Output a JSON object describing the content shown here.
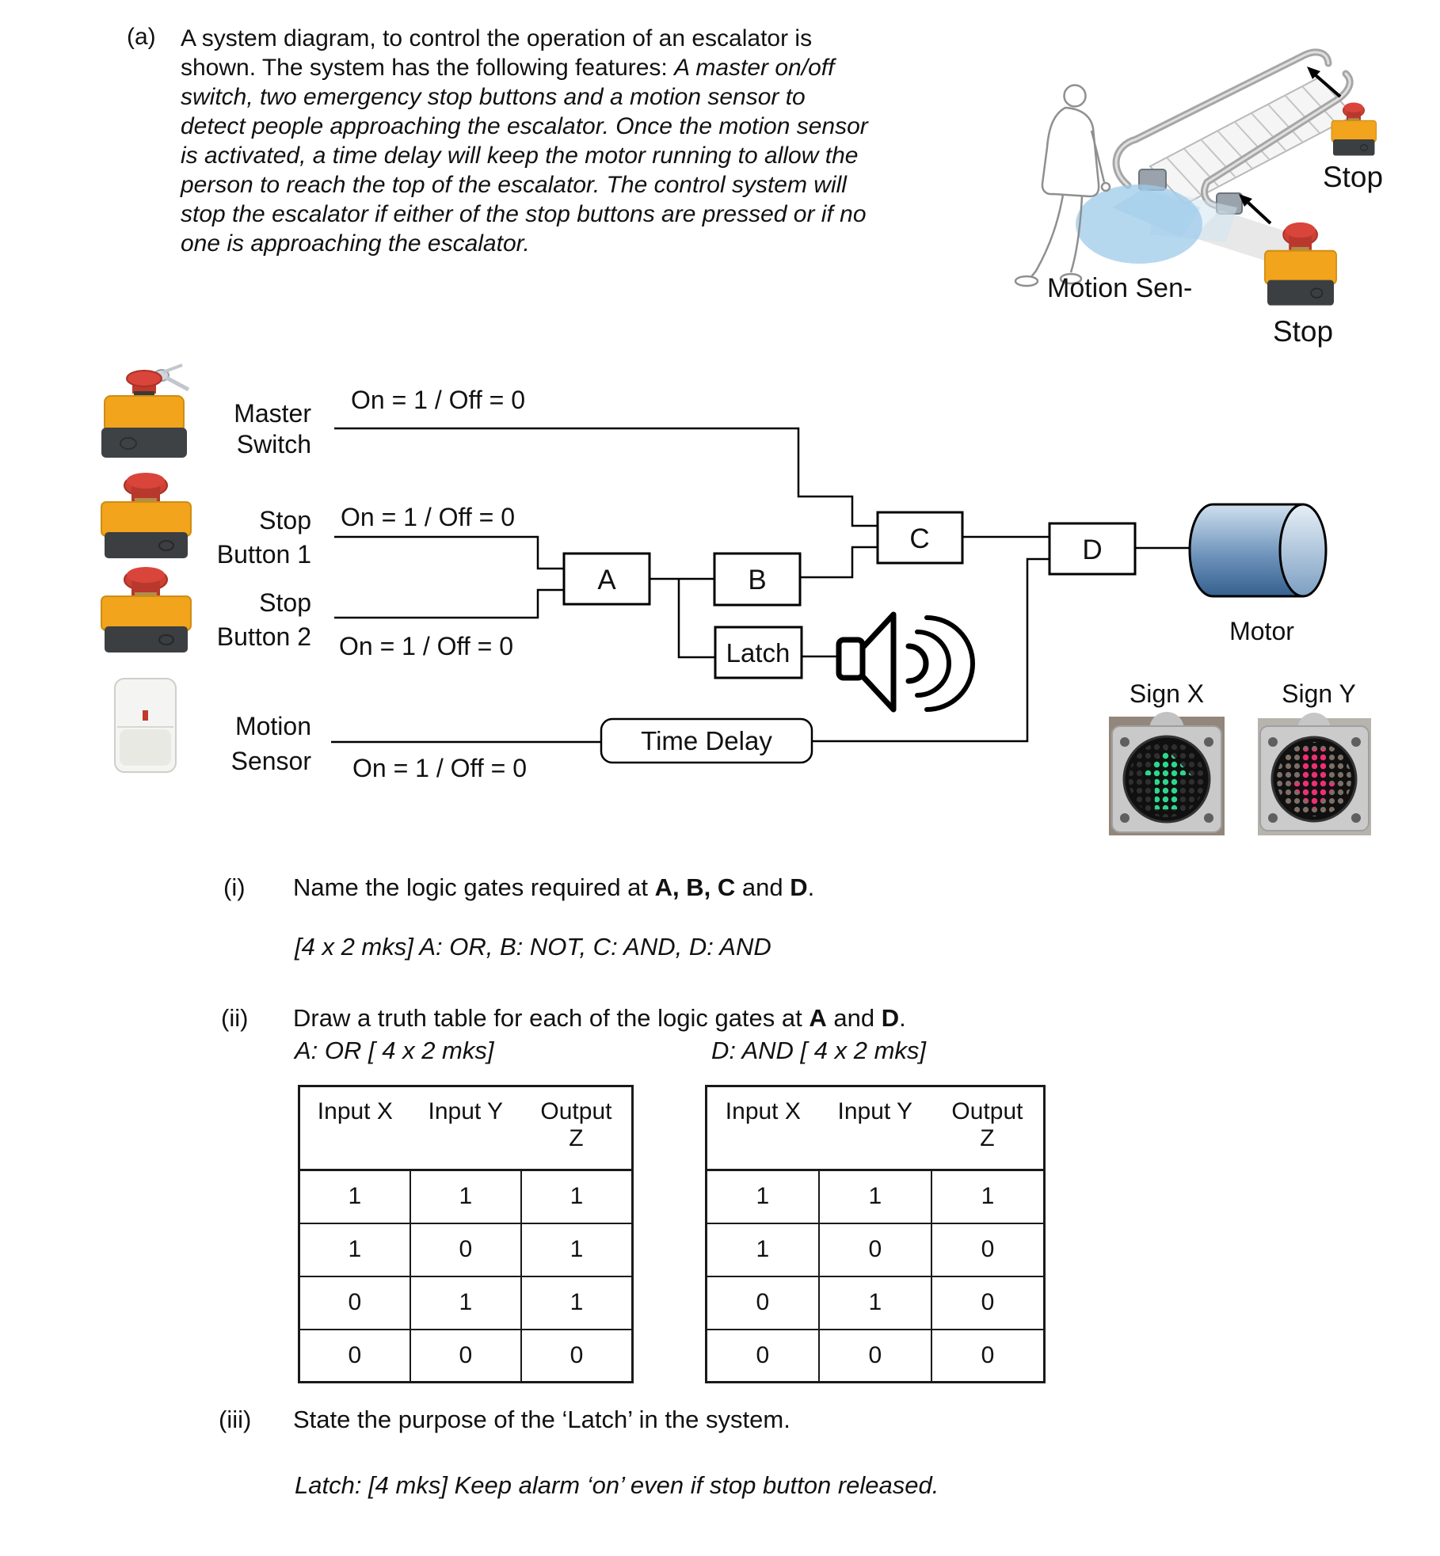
{
  "intro": {
    "tag": "(a)",
    "lines": [
      {
        "n": "A system diagram, to control the operation of an escalator is"
      },
      {
        "n": "shown. The system has the following features: ",
        "i": "A master on/off"
      },
      {
        "i": "switch, two emergency stop buttons and a motion sensor to"
      },
      {
        "i": "detect people approaching the escalator. Once the motion sensor"
      },
      {
        "i": "is activated, a time delay will keep the motor running to allow the"
      },
      {
        "i": "person to reach the top of the escalator. The control system will"
      },
      {
        "i": "stop the escalator if either of the stop buttons are pressed or if no"
      },
      {
        "i": "one  is  approaching the escalator."
      }
    ]
  },
  "illustration": {
    "stop_top": "Stop",
    "stop_bottom": "Stop",
    "motion_caption": "Motion Sen-"
  },
  "diagram": {
    "master": {
      "line1": "Master",
      "line2": "Switch",
      "signal": "On = 1 / Off = 0"
    },
    "stop1": {
      "line1": "Stop",
      "line2": "Button 1",
      "signal": "On = 1 / Off = 0"
    },
    "stop2": {
      "line1": "Stop",
      "line2": "Button 2",
      "signal": "On = 1 / Off = 0"
    },
    "motion": {
      "line1": "Motion",
      "line2": "Sensor",
      "signal": "On = 1 / Off = 0"
    },
    "gates": {
      "a": "A",
      "b": "B",
      "c": "C",
      "d": "D"
    },
    "latch": "Latch",
    "time_delay": "Time Delay",
    "motor": "Motor",
    "sign_x": "Sign X",
    "sign_y": "Sign Y"
  },
  "questions": {
    "q1": {
      "num": "(i)",
      "pre": "Name the logic gates required at ",
      "b1": "A, B, C",
      "mid": " and ",
      "b2": "D",
      "end": ".",
      "answer": "[4 x 2 mks]  A: OR, B: NOT, C: AND, D: AND"
    },
    "q2": {
      "num": "(ii)",
      "pre": "Draw a truth table for each of the logic gates at ",
      "b1": "A",
      "mid": " and ",
      "b2": "D",
      "end": ".",
      "label_a": "A: OR [ 4 x 2 mks]",
      "label_d": "D: AND [ 4 x 2 mks]"
    },
    "q3": {
      "num": "(iii)",
      "text": "State the purpose of the ‘Latch’ in the system.",
      "answer": "Latch: [4 mks]  Keep alarm ‘on’ even if stop button released."
    }
  },
  "tables": {
    "headers": [
      "Input X",
      "Input Y",
      "Output",
      "Z"
    ],
    "a": {
      "rows": [
        [
          "1",
          "1",
          "1"
        ],
        [
          "1",
          "0",
          "1"
        ],
        [
          "0",
          "1",
          "1"
        ],
        [
          "0",
          "0",
          "0"
        ]
      ]
    },
    "d": {
      "rows": [
        [
          "1",
          "1",
          "1"
        ],
        [
          "1",
          "0",
          "0"
        ],
        [
          "0",
          "1",
          "0"
        ],
        [
          "0",
          "0",
          "0"
        ]
      ]
    }
  },
  "colors": {
    "led_green": "#2bd98c",
    "led_pink": "#ee2f74",
    "motor_blue": "#35608f",
    "button_yellow": "#f1a41c",
    "button_red": "#cd4034",
    "sensor_zone_blue": "#9dcbe9"
  }
}
